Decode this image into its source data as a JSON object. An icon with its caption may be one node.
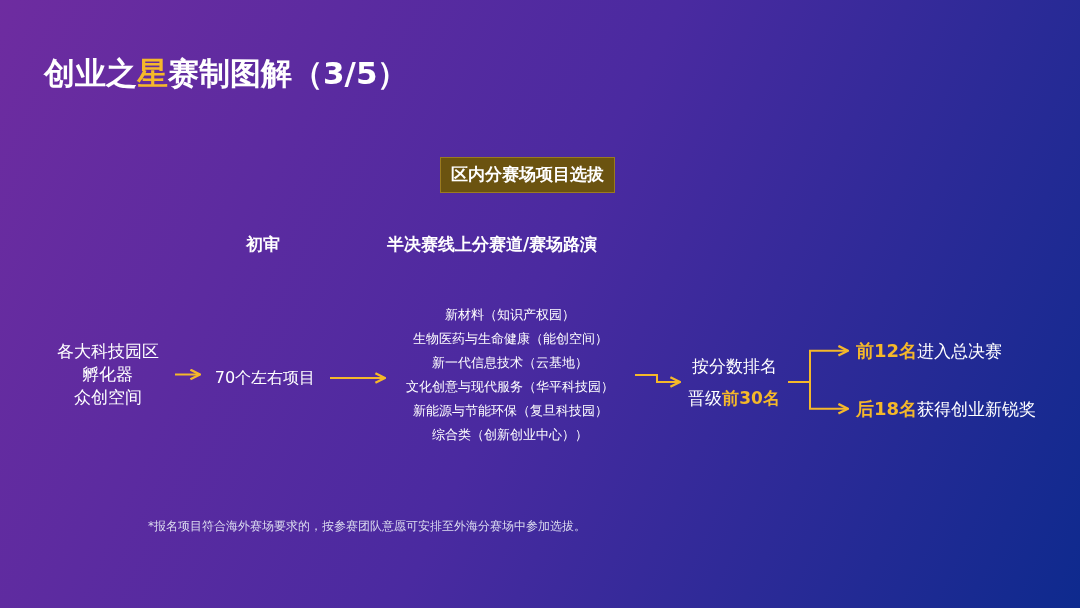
{
  "diagram": {
    "title": "创业之**星**赛制图解（3/5）",
    "nodes": [
      {
        "text": [
          "各大科技园区",
          "孵化器",
          "众创空间"
        ]
      },
      {
        "text": [
          "70个左右项目"
        ]
      },
      {
        "text": [
          "新材料（知识产权园）",
          "生物医药与生命健康（能创空间）",
          "新一代信息技术（云基地）",
          "文化创意与现代服务（华平科技园）",
          "新能源与节能环保（复旦科技园）",
          "综合类（创新创业中心））"
        ]
      },
      {
        "text": [
          "按分数排名",
          "晋级**前30名**"
        ]
      },
      {
        "text": [
          "**前12名**进入总决赛"
        ]
      },
      {
        "text": [
          "**后18名**获得创业新锐奖"
        ]
      }
    ],
    "edges": [
      {
        "from": 0,
        "to": 1,
        "arrow": "to"
      },
      {
        "from": 1,
        "to": 2,
        "arrow": "to"
      },
      {
        "from": 2,
        "to": 3,
        "arrow": "to"
      },
      {
        "from": 3,
        "to": 4,
        "arrow": "to"
      },
      {
        "from": 3,
        "to": 5,
        "arrow": "to"
      }
    ],
    "labels": [
      "区内分赛场项目选拔",
      "初审",
      "半决赛线上分赛道/赛场路演",
      "*报名项目符合海外赛场要求的，按参赛团队意愿可安排至外海分赛场中参加选拔。"
    ]
  }
}
